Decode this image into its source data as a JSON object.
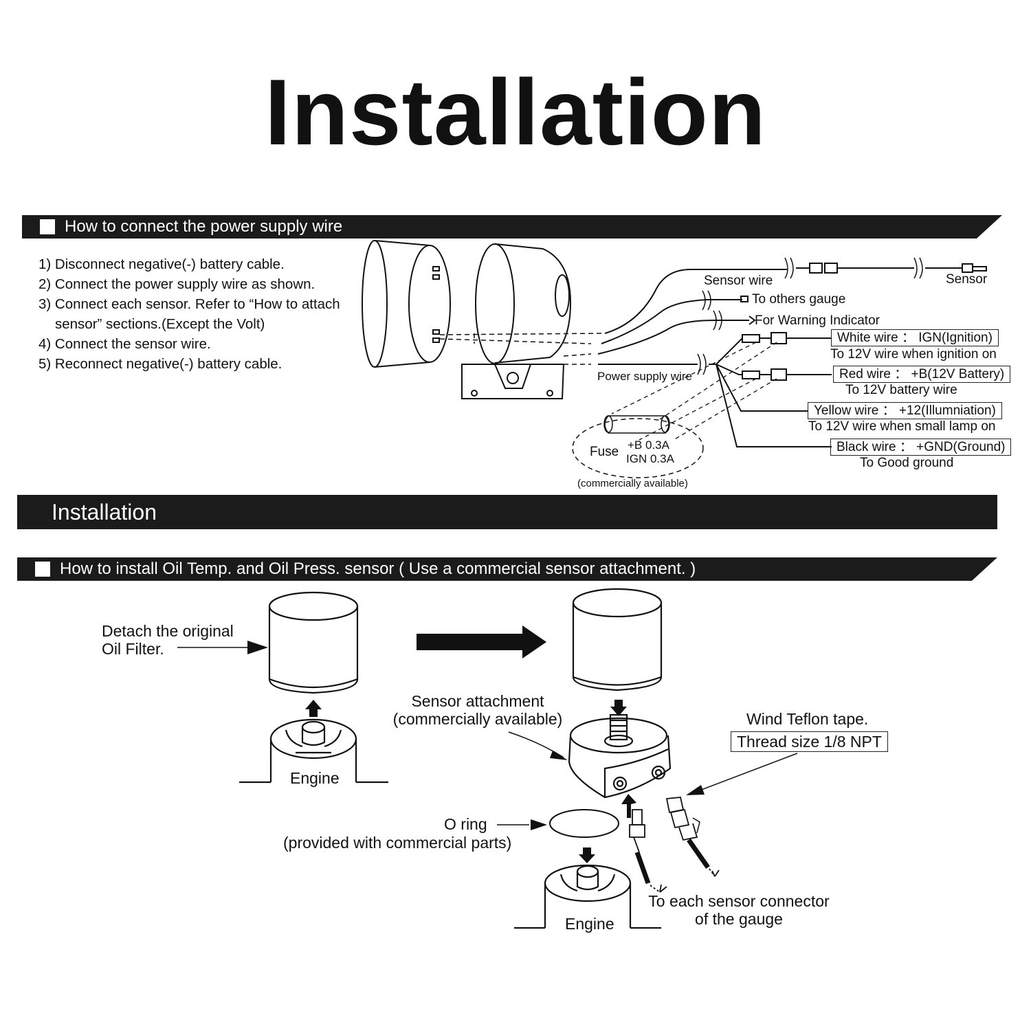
{
  "title": "Installation",
  "section1": {
    "header": "How to connect the power supply wire",
    "steps": [
      "1) Disconnect negative(-) battery cable.",
      "2) Connect the power supply wire as shown.",
      "3) Connect each sensor. Refer to “How to attach",
      "sensor” sections.(Except the Volt)",
      "4) Connect the sensor wire.",
      "5) Reconnect negative(-) battery cable."
    ],
    "labels": {
      "sensor_wire": "Sensor wire",
      "sensor": "Sensor",
      "to_others_gauge": "To others gauge",
      "for_warning_indicator": "For Warning Indicator",
      "power_supply_wire": "Power supply wire",
      "white_wire": "White wire ： IGN(Ignition)",
      "white_wire_note": "To 12V wire when ignition on",
      "red_wire": "Red wire ： +B(12V Battery)",
      "red_wire_note": "To 12V battery wire",
      "yellow_wire": "Yellow wire ： +12(Illumniation)",
      "yellow_wire_note": "To 12V wire when small lamp on",
      "black_wire": "Black wire ： +GND(Ground)",
      "black_wire_note": "To Good ground",
      "fuse": "Fuse",
      "fuse_b": "+B  0.3A",
      "fuse_ign": "IGN 0.3A",
      "commercially_available": "(commercially available)"
    }
  },
  "band_installation": "Installation",
  "section2": {
    "header": "How to install Oil Temp. and Oil Press. sensor ( Use a commercial sensor attachment. )",
    "labels": {
      "detach_line1": "Detach the original",
      "detach_line2": "Oil Filter.",
      "engine_left": "Engine",
      "sensor_attachment_line1": "Sensor attachment",
      "sensor_attachment_line2": "(commercially available)",
      "wind_teflon": "Wind Teflon tape.",
      "thread_size": "Thread size  1/8 NPT",
      "o_ring": "O ring",
      "o_ring_note": "(provided with commercial parts)",
      "engine_right": "Engine",
      "to_each_sensor_line1": "To each sensor connector",
      "to_each_sensor_line2": "of the gauge"
    }
  }
}
